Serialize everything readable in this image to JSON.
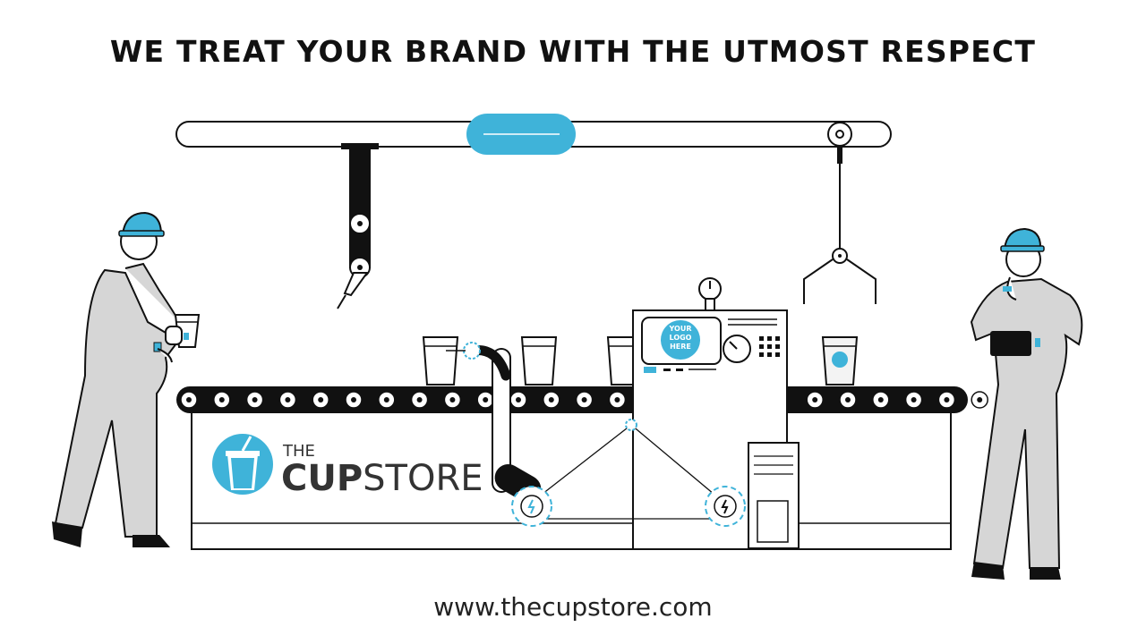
{
  "headline": "WE TREAT YOUR BRAND WITH THE UTMOST RESPECT",
  "brand": {
    "logo_the": "THE",
    "logo_cup": "CUP",
    "logo_store": "STORE"
  },
  "machine": {
    "logo_placeholder": [
      "YOUR",
      "LOGO",
      "HERE"
    ]
  },
  "footer": {
    "url": "www.thecupstore.com"
  },
  "colors": {
    "accent": "#3fb3d9",
    "outline": "#111111",
    "suit": "#d6d6d6"
  }
}
